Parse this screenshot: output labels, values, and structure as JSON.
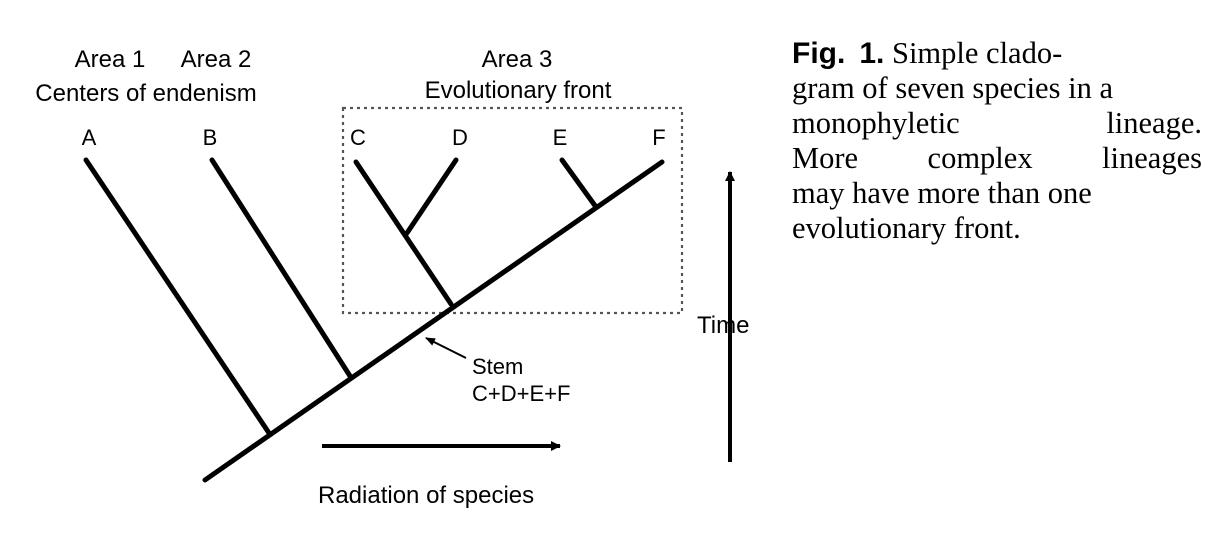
{
  "areas": {
    "area1": "Area 1",
    "area2": "Area 2",
    "centers": "Centers of endenism",
    "area3": "Area 3",
    "front": "Evolutionary front"
  },
  "leaves": [
    "A",
    "B",
    "C",
    "D",
    "E",
    "F"
  ],
  "stem_label": [
    "Stem",
    "C+D+E+F"
  ],
  "time_label": "Time",
  "radiation_label": "Radiation of species",
  "caption": {
    "fig_label": "Fig.",
    "fig_number": "1.",
    "line1_rest": "Simple clado-",
    "line2": "gram of seven species in a",
    "line3_word1": "monophyletic",
    "line3_word2": "lineage.",
    "line4_word1": "More",
    "line4_word2": "complex",
    "line4_word3": "lineages",
    "line5": "may have more than one",
    "line6": "evolutionary front."
  },
  "colors": {
    "ink": "#000000",
    "box": "#555555",
    "background": "#ffffff"
  }
}
